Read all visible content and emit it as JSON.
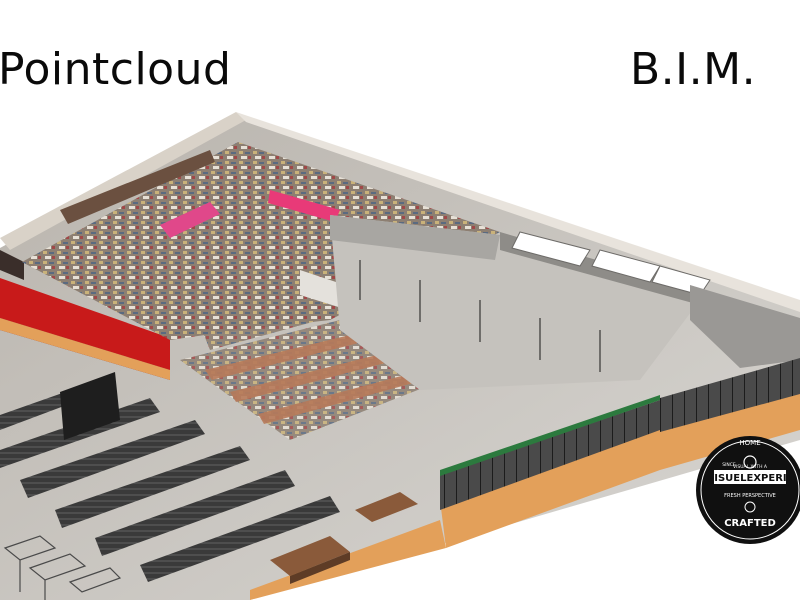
{
  "headings": {
    "left": "Pointcloud",
    "right": "B.I.M."
  },
  "badge": {
    "home": "HOME",
    "since": "SINCE",
    "visual_with_a": "VISUAL WITH A",
    "brand": "VISUELEXPERIE",
    "fresh_perspective": "FRESH PERSPECTIVE",
    "crafted": "CRAFTED"
  },
  "colors": {
    "orange_wall": "#e3a05a",
    "red_wall": "#c81a1a",
    "floor": "#cfcfcf",
    "shelving": "#3b3b3b",
    "badge": "#101010"
  }
}
